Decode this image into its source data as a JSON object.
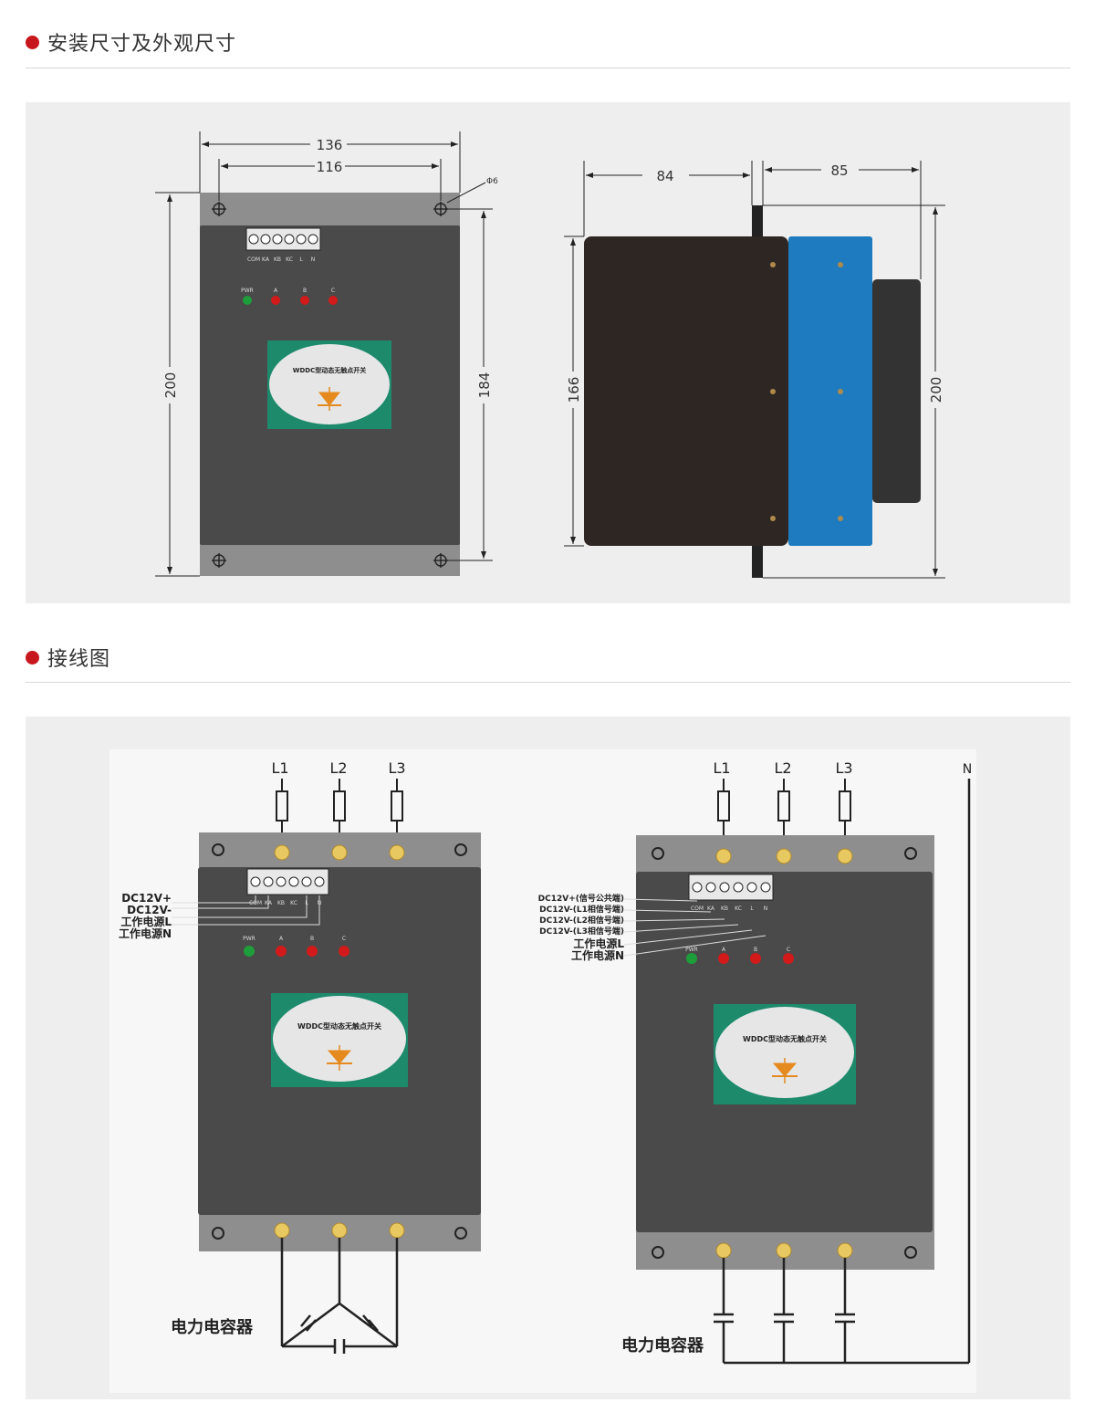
{
  "sections": {
    "dimensions": {
      "title": "安装尺寸及外观尺寸"
    },
    "wiring": {
      "title": "接线图"
    }
  },
  "front_view": {
    "dim_136": "136",
    "dim_116": "116",
    "dim_hole": "Φ6",
    "dim_200": "200",
    "dim_184": "184"
  },
  "side_view": {
    "dim_84": "84",
    "dim_85": "85",
    "dim_166": "166",
    "dim_200": "200"
  },
  "device": {
    "terminals": [
      "COM",
      "KA",
      "KB",
      "KC",
      "L",
      "N"
    ],
    "leds": [
      "PWR",
      "A",
      "B",
      "C"
    ],
    "label": "WDDC型动态无触点开关",
    "colors": {
      "body": "#4a4a4a",
      "plate": "#8e8e8e",
      "pwr_led": "#1e9e3a",
      "phase_led": "#d21a1a",
      "label_green": "#1d8a6c",
      "blue_side": "#1f7bbf"
    }
  },
  "wiring_left": {
    "phases": [
      "L1",
      "L2",
      "L3"
    ],
    "signals": [
      "DC12V+",
      "DC12V-",
      "工作电源L",
      "工作电源N"
    ],
    "capacitor_label": "电力电容器"
  },
  "wiring_right": {
    "phases": [
      "L1",
      "L2",
      "L3"
    ],
    "neutral": "N",
    "signals": [
      "DC12V+(信号公共端)",
      "DC12V-(L1相信号端)",
      "DC12V-(L2相信号端)",
      "DC12V-(L3相信号端)",
      "工作电源L",
      "工作电源N"
    ],
    "capacitor_label": "电力电容器"
  }
}
